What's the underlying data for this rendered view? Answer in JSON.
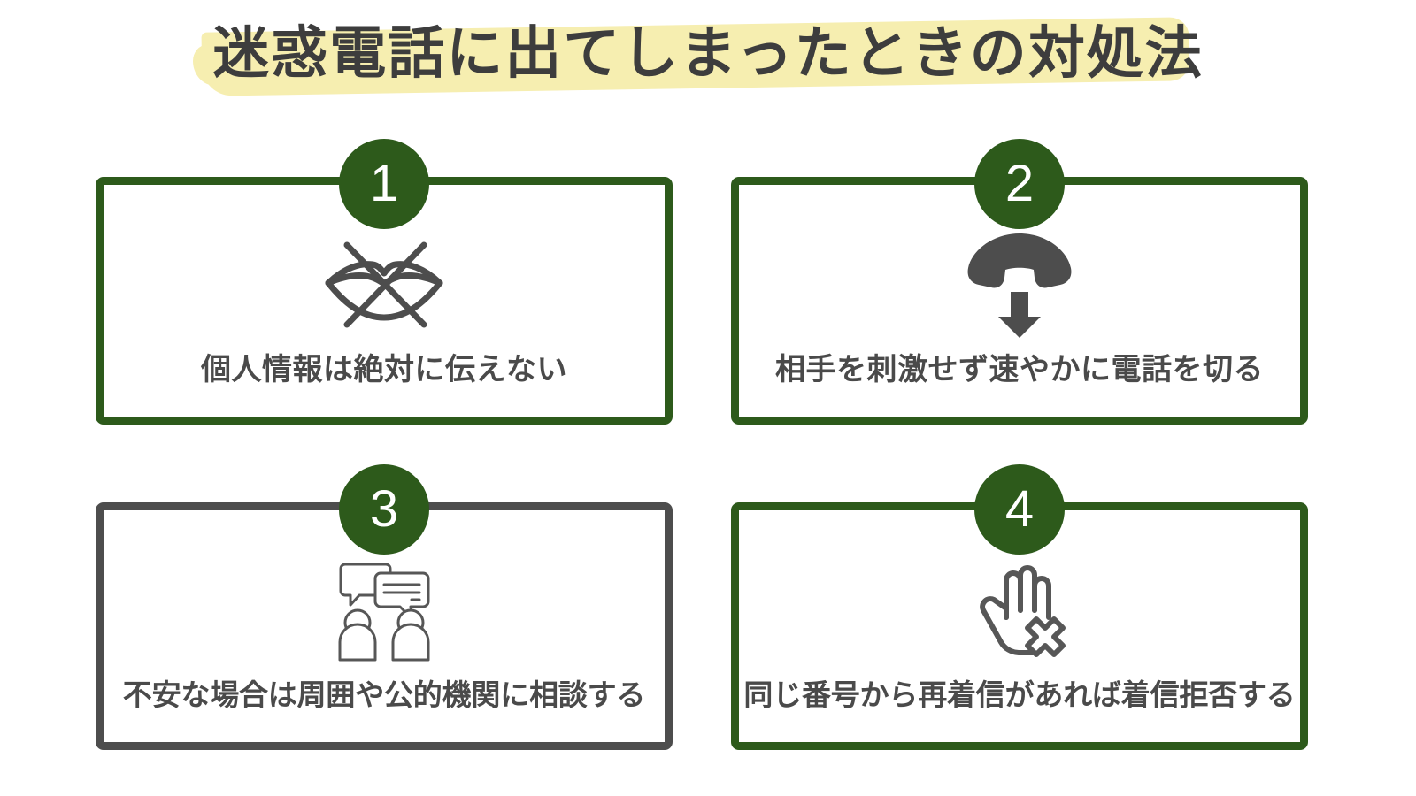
{
  "page": {
    "title": "迷惑電話に出てしまったときの対処法",
    "background_color": "#ffffff",
    "highlight_color": "#f6eeb0",
    "title_text_color": "#3d3d3d",
    "accent_green": "#2d5a1b",
    "accent_gray": "#4d4d4d",
    "caption_color": "#4a4a4a"
  },
  "cards": [
    {
      "number": "1",
      "caption": "個人情報は絶対に伝えない",
      "icon": "lips-crossed-out-icon",
      "border_color": "#2d5a1b",
      "badge_color": "#2d5a1b"
    },
    {
      "number": "2",
      "caption": "相手を刺激せず速やかに電話を切る",
      "icon": "hang-up-phone-down-arrow-icon",
      "border_color": "#2d5a1b",
      "badge_color": "#2d5a1b"
    },
    {
      "number": "3",
      "caption": "不安な場合は周囲や公的機関に相談する",
      "icon": "two-people-speech-bubbles-icon",
      "border_color": "#4d4d4d",
      "badge_color": "#2d5a1b"
    },
    {
      "number": "4",
      "caption": "同じ番号から再着信があれば着信拒否する",
      "icon": "stop-hand-with-x-icon",
      "border_color": "#2d5a1b",
      "badge_color": "#2d5a1b"
    }
  ]
}
